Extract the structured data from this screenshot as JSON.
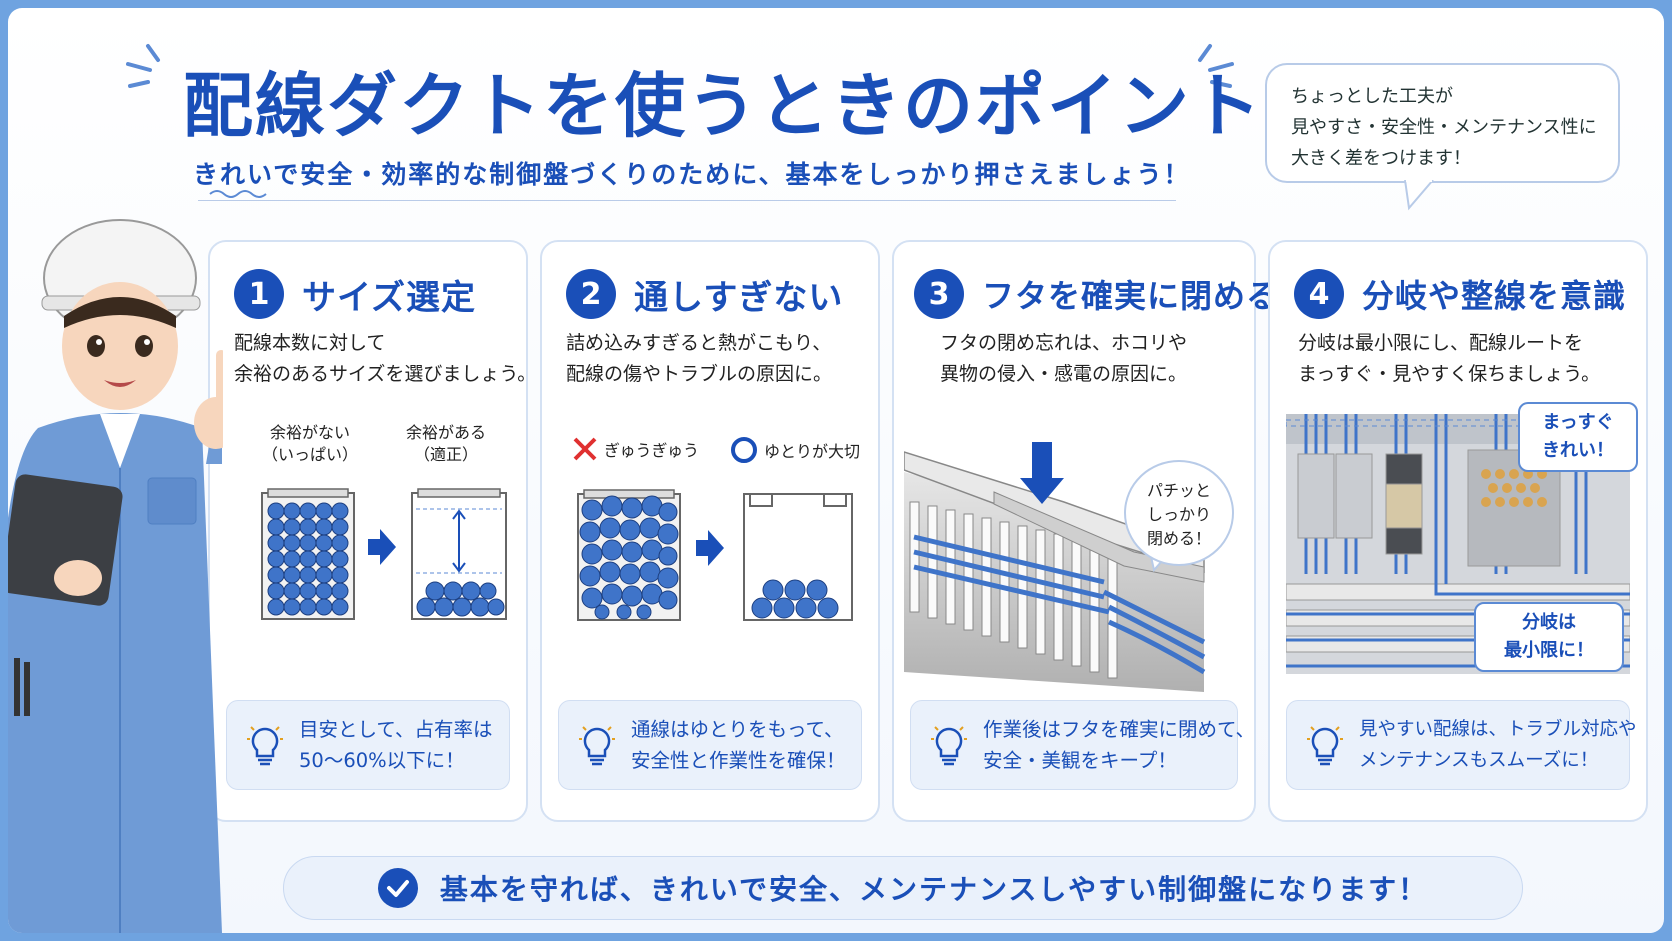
{
  "header": {
    "title": "配線ダクトを使うときのポイント",
    "subtitle": "きれいで安全・効率的な制御盤づくりのために、基本をしっかり押さえましょう！"
  },
  "bubble": {
    "lines": [
      "ちょっとした工夫が",
      "見やすさ・安全性・メンテナンス性に",
      "大きく差をつけます！"
    ]
  },
  "cards": [
    {
      "number": "1",
      "title": "サイズ選定",
      "desc": [
        "配線本数に対して",
        "余裕のあるサイズを選びましょう。"
      ],
      "figure": {
        "left_label": [
          "余裕がない",
          "（いっぱい）"
        ],
        "right_label": [
          "余裕がある",
          "（適正）"
        ]
      },
      "tip": [
        "目安として、占有率は",
        "50〜60%以下に！"
      ]
    },
    {
      "number": "2",
      "title": "通しすぎない",
      "desc": [
        "詰め込みすぎると熱がこもり、",
        "配線の傷やトラブルの原因に。"
      ],
      "figure": {
        "bad_label": "ぎゅうぎゅう",
        "good_label": "ゆとりが大切"
      },
      "tip": [
        "通線はゆとりをもって、",
        "安全性と作業性を確保！"
      ]
    },
    {
      "number": "3",
      "title": "フタを確実に閉める",
      "desc": [
        "フタの閉め忘れは、ホコリや",
        "異物の侵入・感電の原因に。"
      ],
      "figure": {
        "bubble": [
          "パチッと",
          "しっかり",
          "閉める！"
        ]
      },
      "tip": [
        "作業後はフタを確実に閉めて、",
        "安全・美観をキープ！"
      ]
    },
    {
      "number": "4",
      "title": "分岐や整線を意識",
      "desc": [
        "分岐は最小限にし、配線ルートを",
        "まっすぐ・見やすく保ちましょう。"
      ],
      "figure": {
        "callout_top": [
          "まっすぐ",
          "きれい！"
        ],
        "callout_bottom": [
          "分岐は",
          "最小限に！"
        ]
      },
      "tip": [
        "見やすい配線は、トラブル対応や",
        "メンテナンスもスムーズに！"
      ]
    }
  ],
  "footer": {
    "message": "基本を守れば、きれいで安全、メンテナンスしやすい制御盤になります！"
  },
  "colors": {
    "primary": "#1a4fb8",
    "light_bg": "#eaf1fb",
    "cable_blue": "#3f74c9",
    "bad_red": "#e03030"
  },
  "icons": [
    "lightbulb-icon",
    "check-icon",
    "arrow-right-icon",
    "arrow-down-icon",
    "cross-icon",
    "circle-icon"
  ]
}
